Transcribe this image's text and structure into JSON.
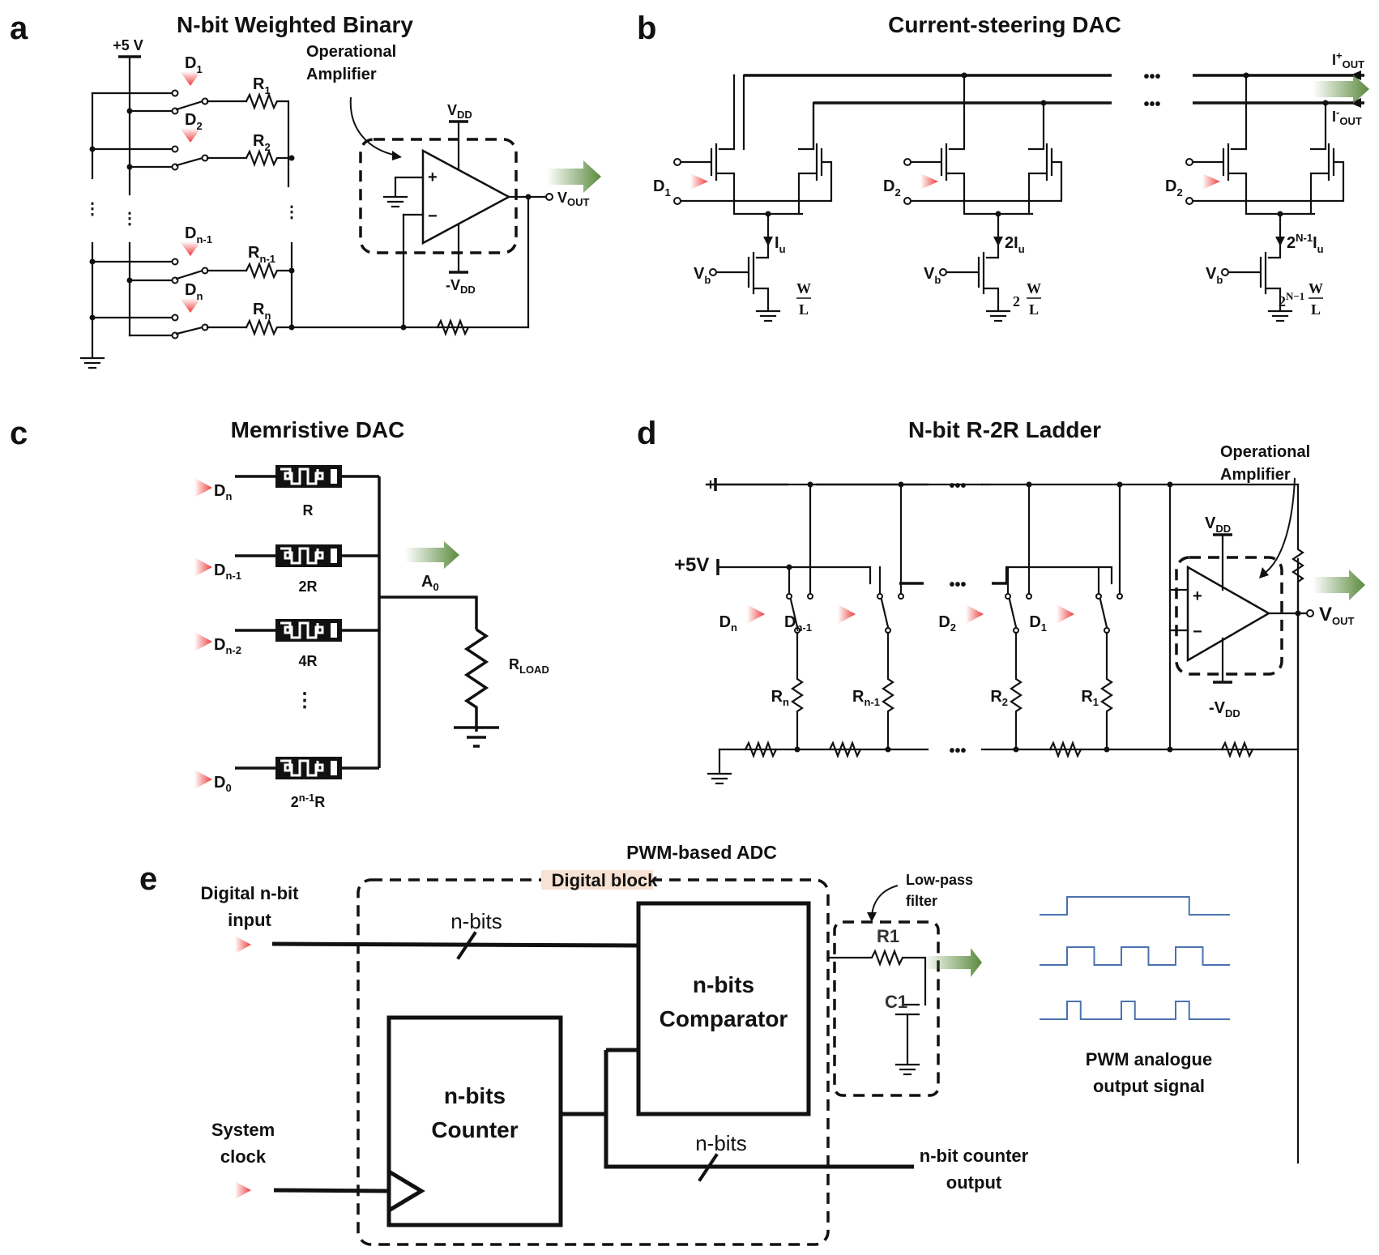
{
  "colors": {
    "opamp_box_fill": "#f8e2d4",
    "input_arrow": "#ee3b3b",
    "output_arrow": "#5a8a3c",
    "pwm_wave": "#4a72b0",
    "wire": "#111111"
  },
  "panel_a": {
    "letter": "a",
    "title": "N-bit Weighted Binary",
    "supply": "+5 V",
    "callout": [
      "Operational",
      "Amplifier"
    ],
    "vdd": "V",
    "vdd_sub": "DD",
    "neg_vdd": "-V",
    "neg_vdd_sub": "DD",
    "vout": "V",
    "vout_sub": "OUT",
    "plus": "+",
    "minus": "−",
    "inputs": [
      {
        "d": "D",
        "d_sub": "1",
        "r": "R",
        "r_sub": "1"
      },
      {
        "d": "D",
        "d_sub": "2",
        "r": "R",
        "r_sub": "2"
      },
      {
        "d": "D",
        "d_sub": "n-1",
        "r": "R",
        "r_sub": "n-1"
      },
      {
        "d": "D",
        "d_sub": "n",
        "r": "R",
        "r_sub": "n"
      }
    ],
    "ellipsis": "⋮"
  },
  "panel_b": {
    "letter": "b",
    "title": "Current-steering DAC",
    "iout_plus": "I",
    "iout_plus_sup": "+",
    "iout_plus_sub": "OUT",
    "iout_minus": "I",
    "iout_minus_sup": "-",
    "iout_minus_sub": "OUT",
    "ellipsis": "•••",
    "cells": [
      {
        "d": "D",
        "d_sub": "1",
        "current": "I",
        "current_sub": "u",
        "current_prefix": "",
        "vb": "V",
        "vb_sub": "b",
        "wl_prefix": "",
        "w": "W",
        "l": "L"
      },
      {
        "d": "D",
        "d_sub": "2",
        "current": "I",
        "current_sub": "u",
        "current_prefix": "2",
        "vb": "V",
        "vb_sub": "b",
        "wl_prefix": "2",
        "w": "W",
        "l": "L"
      },
      {
        "d": "D",
        "d_sub": "2",
        "current": "I",
        "current_sub": "u",
        "current_prefix": "2",
        "current_prefix_sup": "N-1",
        "vb": "V",
        "vb_sub": "b",
        "wl_prefix": "2",
        "wl_prefix_sup": "N−1",
        "w": "W",
        "l": "L"
      }
    ]
  },
  "panel_c": {
    "letter": "c",
    "title": "Memristive DAC",
    "inputs": [
      {
        "d": "D",
        "d_sub": "n",
        "r_label": "R",
        "r_sup": ""
      },
      {
        "d": "D",
        "d_sub": "n-1",
        "r_label": "2R",
        "r_sup": ""
      },
      {
        "d": "D",
        "d_sub": "n-2",
        "r_label": "4R",
        "r_sup": ""
      },
      {
        "d": "D",
        "d_sub": "0",
        "r_label": "R",
        "r_prefix": "2",
        "r_sup": "n-1"
      }
    ],
    "output": "A",
    "output_sub": "0",
    "load": "R",
    "load_sub": "LOAD"
  },
  "panel_d": {
    "letter": "d",
    "title": "N-bit R-2R Ladder",
    "supply": "+5V",
    "callout": [
      "Operational",
      "Amplifier"
    ],
    "vdd": "V",
    "vdd_sub": "DD",
    "neg_vdd": "-V",
    "neg_vdd_sub": "DD",
    "vout": "V",
    "vout_sub": "OUT",
    "plus": "+",
    "minus": "−",
    "ellipsis": "•••",
    "branches": [
      {
        "d": "D",
        "d_sub": "n",
        "r": "R",
        "r_sub": "n"
      },
      {
        "d": "D",
        "d_sub": "n-1",
        "r": "R",
        "r_sub": "n-1"
      },
      {
        "d": "D",
        "d_sub": "2",
        "r": "R",
        "r_sub": "2"
      },
      {
        "d": "D",
        "d_sub": "1",
        "r": "R",
        "r_sub": "1"
      }
    ]
  },
  "panel_e": {
    "letter": "e",
    "title": "PWM-based ADC",
    "digital_block": "Digital block",
    "digital_input": [
      "Digital n-bit",
      "input"
    ],
    "system_clock": [
      "System",
      "clock"
    ],
    "bus_label_top": "n-bits",
    "bus_label_bottom": "n-bits",
    "comparator": [
      "n-bits",
      "Comparator"
    ],
    "counter": [
      "n-bits",
      "Counter"
    ],
    "counter_output": [
      "n-bit counter",
      "output"
    ],
    "filter_callout": [
      "Low-pass",
      "filter"
    ],
    "r1": "R1",
    "c1": "C1",
    "pwm_caption": [
      "PWM analogue",
      "output signal"
    ],
    "pwm_duty_cycles": [
      0.75,
      0.5,
      0.25
    ]
  }
}
